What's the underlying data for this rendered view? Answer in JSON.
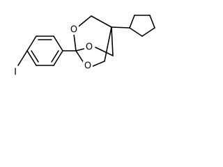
{
  "atoms": {
    "o_top": "O",
    "o_mid": "O",
    "o_low": "O",
    "iodine": "I"
  },
  "colors": {
    "bond": "#000000",
    "background": "#ffffff"
  }
}
